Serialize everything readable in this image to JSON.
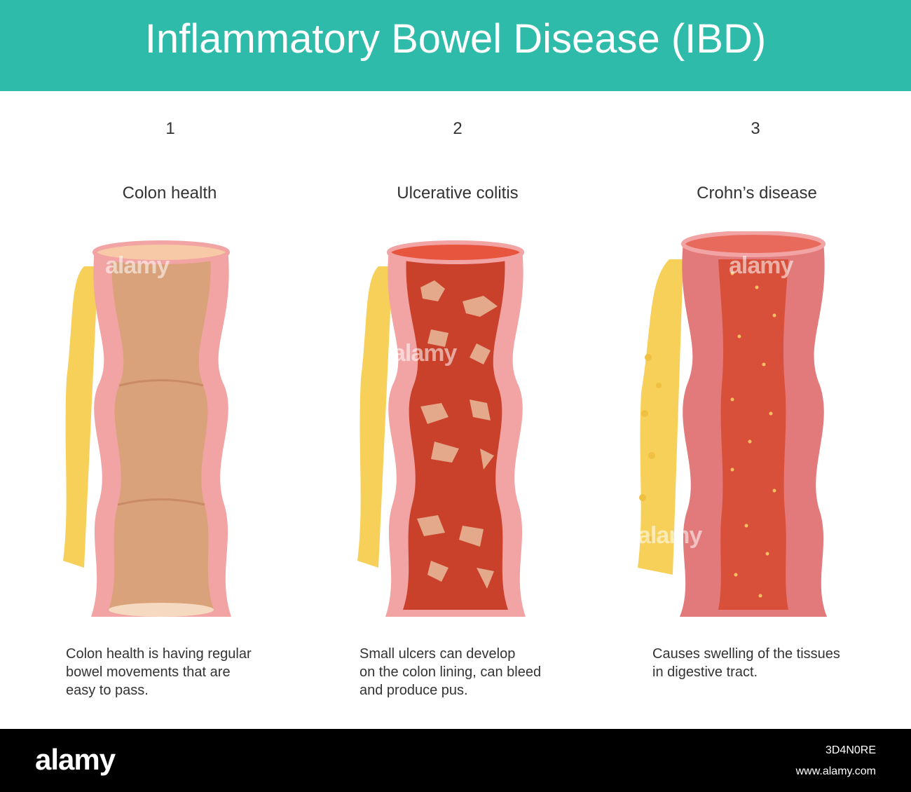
{
  "header": {
    "title": "Inflammatory Bowel Disease (IBD)"
  },
  "panels": [
    {
      "number": "1",
      "label": "Colon health",
      "description": "Colon health is having regular\nbowel movements that are\neasy to pass."
    },
    {
      "number": "2",
      "label": "Ulcerative colitis",
      "description": "Small ulcers can develop\non the colon lining, can bleed\nand produce pus."
    },
    {
      "number": "3",
      "label": "Crohn’s disease",
      "description": "Causes swelling of the tissues\n in digestive tract."
    }
  ],
  "watermark": {
    "text": "alamy"
  },
  "footer": {
    "logo": "alamy",
    "image_id": "3D4N0RE",
    "url": "www.alamy.com"
  },
  "colors": {
    "header_bg": "#2ebba9",
    "healthy_lumen": "#d9a27a",
    "colitis_lumen": "#c9412a",
    "crohn_lumen": "#d8503a",
    "wall": "#f2a3a3",
    "fat": "#f7d05a"
  }
}
